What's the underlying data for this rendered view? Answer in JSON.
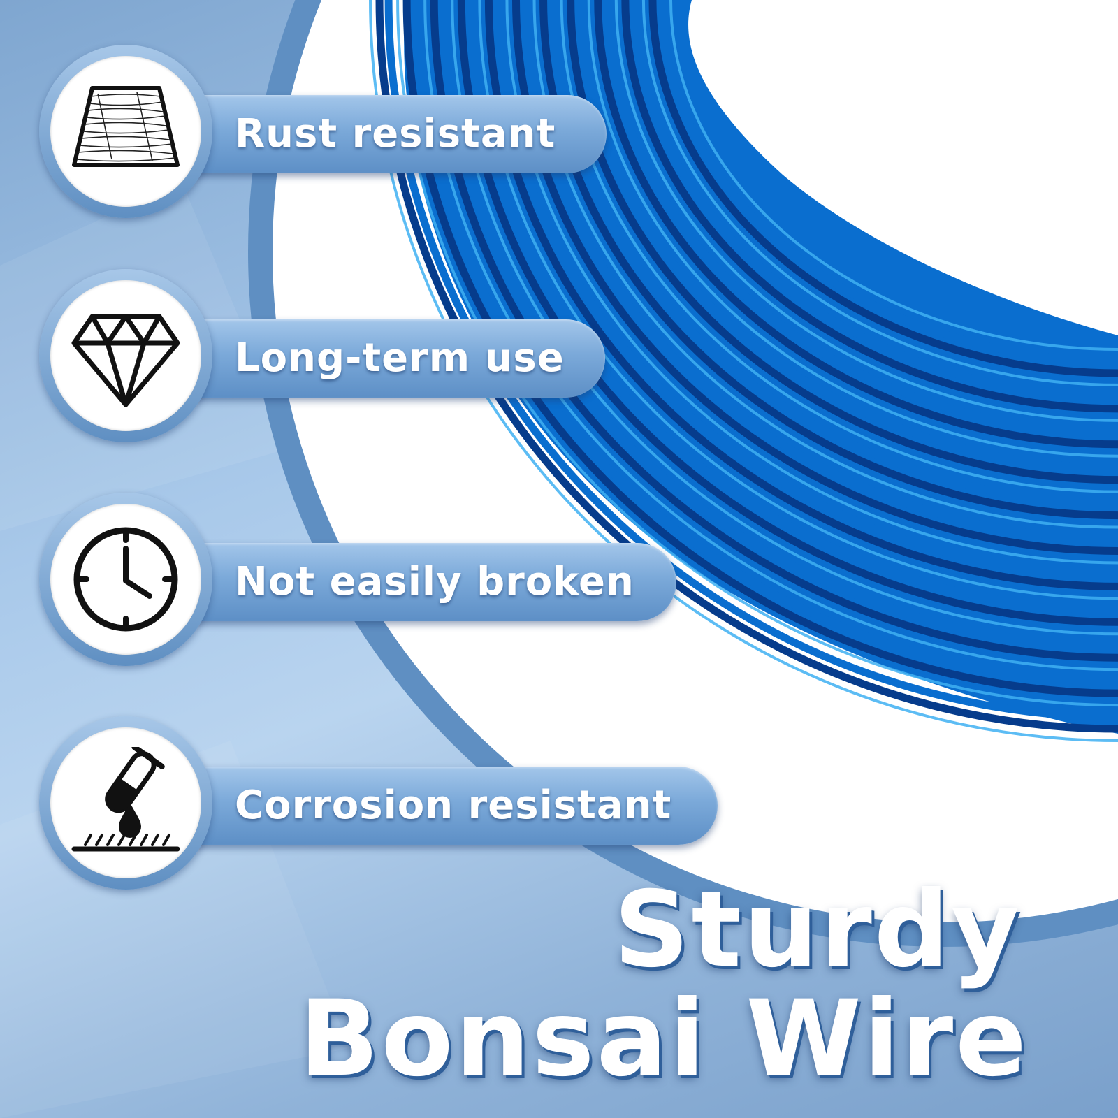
{
  "features": [
    {
      "label": "Rust resistant",
      "icon": "wire-coil-icon"
    },
    {
      "label": "Long-term use",
      "icon": "diamond-icon"
    },
    {
      "label": "Not easily broken",
      "icon": "clock-icon"
    },
    {
      "label": "Corrosion resistant",
      "icon": "chemical-drop-icon"
    }
  ],
  "headline": {
    "line1": "Sturdy",
    "line2": "Bonsai Wire"
  },
  "colors": {
    "wire": "#0a6ecf",
    "wire_highlight": "#3fb0f2",
    "wire_shadow": "#063c8c",
    "accent_blue": "#5d8fc6",
    "text": "#ffffff"
  }
}
